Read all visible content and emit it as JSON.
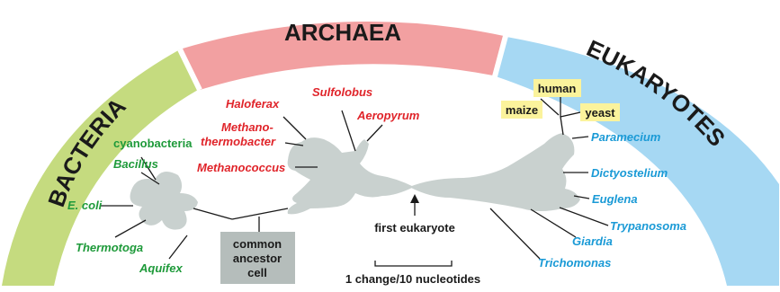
{
  "domains": {
    "bacteria": {
      "label": "BACTERIA",
      "color": "#c5db7f"
    },
    "archaea": {
      "label": "ARCHAEA",
      "color": "#f2a0a1"
    },
    "eukaryotes": {
      "label": "EUKARYOTES",
      "color": "#a6d8f3"
    }
  },
  "colors": {
    "bacteria_text": "#1e9a3a",
    "archaea_text": "#e0242a",
    "eukaryote_text": "#1a9ad6",
    "tree_fill": "#c9d1cf",
    "yellow_box": "#fbf39c",
    "ancestor_box": "#b5bdbb"
  },
  "bacteria_species": {
    "cyanobacteria": "cyanobacteria",
    "bacillus": "Bacillus",
    "ecoli": "E. coli",
    "thermotoga": "Thermotoga",
    "aquifex": "Aquifex"
  },
  "archaea_species": {
    "haloferax": "Haloferax",
    "methano_line1": "Methano-",
    "methano_line2": "thermobacter",
    "methanococcus": "Methanococcus",
    "sulfolobus": "Sulfolobus",
    "aeropyrum": "Aeropyrum"
  },
  "eukaryote_species": {
    "human": "human",
    "maize": "maize",
    "yeast": "yeast",
    "paramecium": "Paramecium",
    "dictyostelium": "Dictyostelium",
    "euglena": "Euglena",
    "trypanosoma": "Trypanosoma",
    "giardia": "Giardia",
    "trichomonas": "Trichomonas"
  },
  "annotations": {
    "ancestor_line1": "common",
    "ancestor_line2": "ancestor",
    "ancestor_line3": "cell",
    "first_eukaryote": "first eukaryote",
    "scale": "1 change/10 nucleotides"
  }
}
